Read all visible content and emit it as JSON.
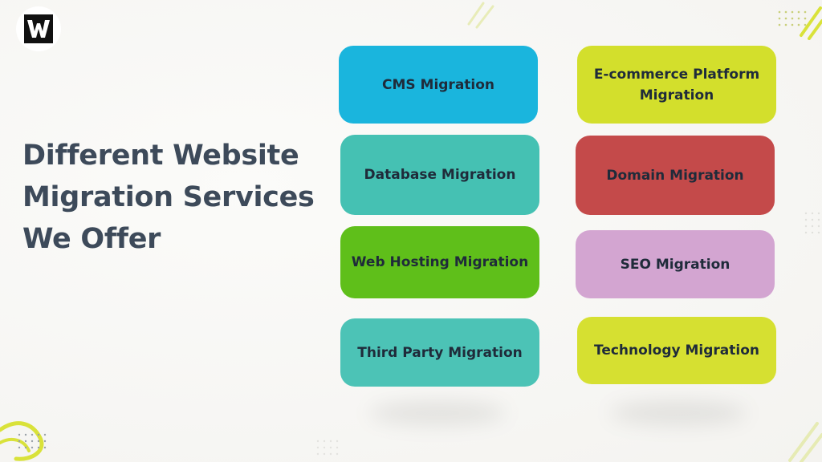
{
  "title_lines": [
    "Different Website",
    "Migration Services",
    "We Offer"
  ],
  "cards": [
    {
      "label": "CMS Migration",
      "color": "#1ab5dd"
    },
    {
      "label": "E-commerce Platform Migration",
      "color": "#d3df2c"
    },
    {
      "label": "Database Migration",
      "color": "#45c1b3"
    },
    {
      "label": "Domain Migration",
      "color": "#c44a4a"
    },
    {
      "label": "Web Hosting Migration",
      "color": "#5fbf1a"
    },
    {
      "label": "SEO Migration",
      "color": "#d3a5d1"
    },
    {
      "label": "Third Party Migration",
      "color": "#4cc3b6"
    },
    {
      "label": "Technology Migration",
      "color": "#d6e031"
    }
  ],
  "colors": {
    "title": "#3d4a5a",
    "accent_yellow": "#d9e23a"
  }
}
